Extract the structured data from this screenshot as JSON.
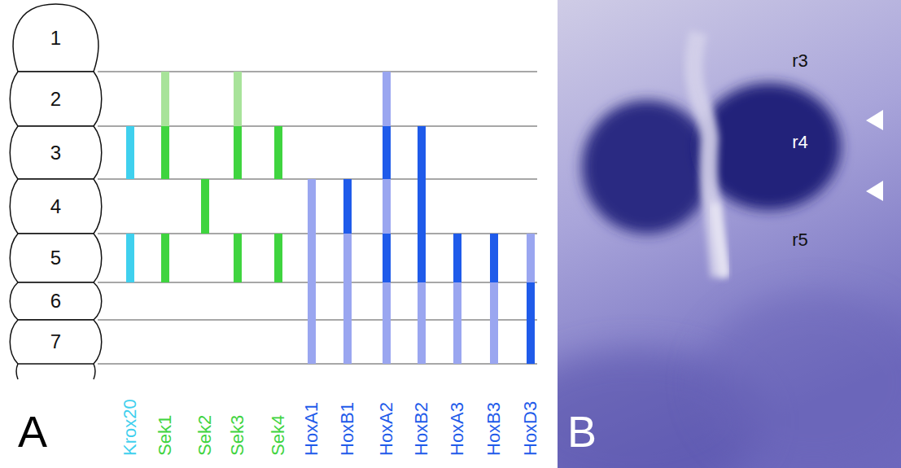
{
  "diagram": {
    "nodes": [
      {
        "text": [
          "1"
        ]
      },
      {
        "text": [
          "2"
        ]
      },
      {
        "text": [
          "3"
        ]
      },
      {
        "text": [
          "4"
        ]
      },
      {
        "text": [
          "5"
        ]
      },
      {
        "text": [
          "6"
        ]
      },
      {
        "text": [
          "7"
        ]
      }
    ],
    "labels": [
      "Krox20",
      "Sek1",
      "Sek2",
      "Sek3",
      "Sek4",
      "HoxA1",
      "HoxB1",
      "HoxA2",
      "HoxB2",
      "HoxA3",
      "HoxB3",
      "HoxD3",
      "A",
      "B",
      "r3",
      "r4",
      "r5"
    ]
  }
}
